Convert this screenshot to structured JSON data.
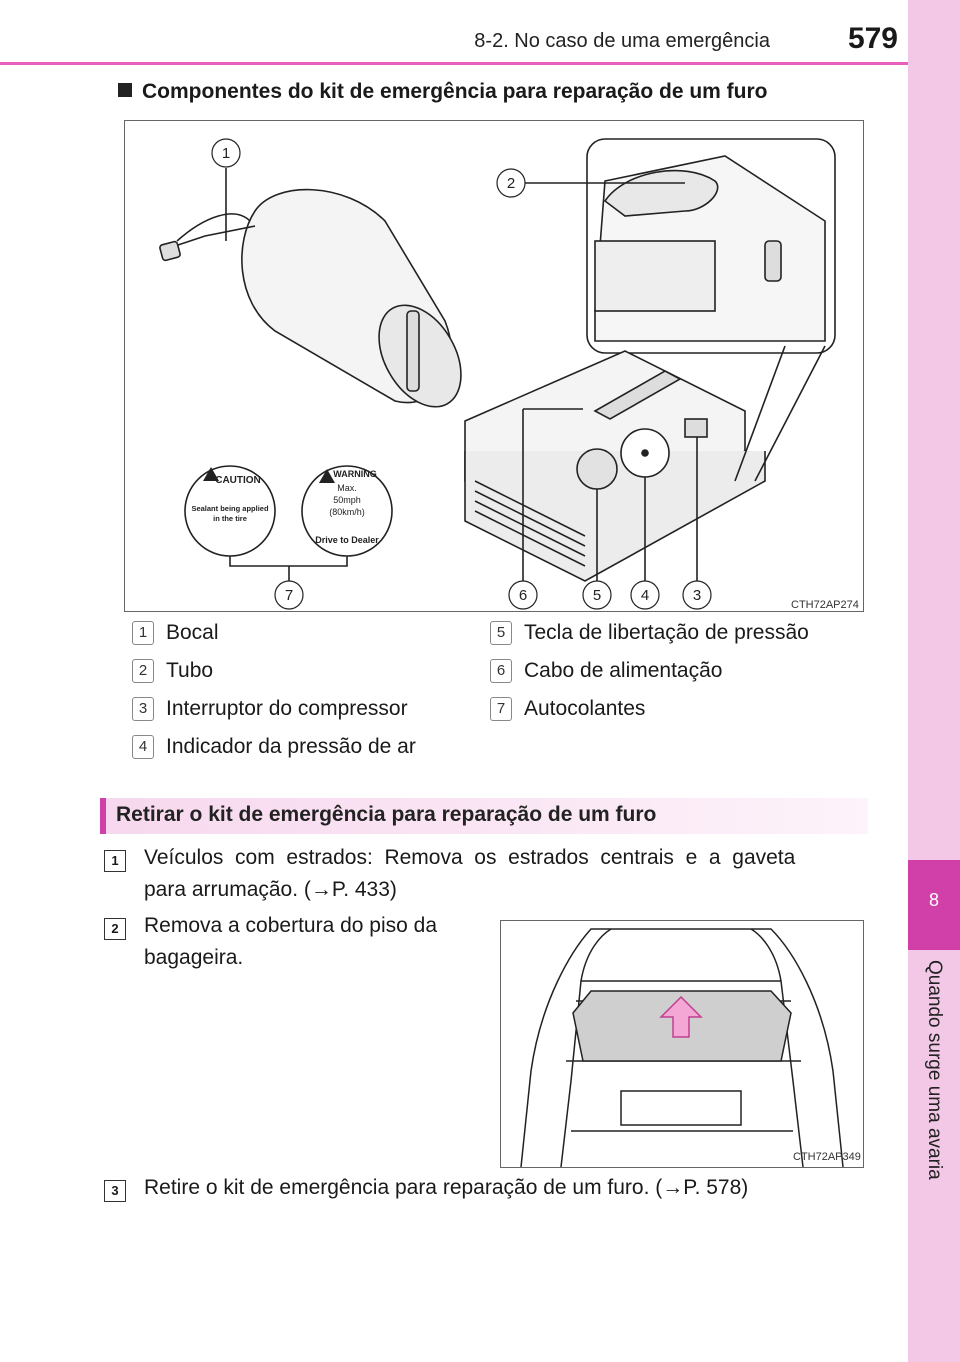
{
  "header": {
    "section": "8-2. No caso de uma emergência",
    "page_number": "579"
  },
  "side_tab": {
    "number": "8",
    "label": "Quando surge uma avaria"
  },
  "section": {
    "heading": "Componentes do kit de emergência para reparação de um furo"
  },
  "figure1": {
    "code": "CTH72AP274",
    "callouts": [
      "1",
      "2",
      "3",
      "4",
      "5",
      "6",
      "7"
    ],
    "caution_sticker": {
      "title": "CAUTION",
      "line1": "Sealant being applied",
      "line2": "in the tire"
    },
    "warning_sticker": {
      "title": "WARNING",
      "line1": "Max.",
      "line2": "50mph",
      "line3": "(80km/h)",
      "footer": "Drive to Dealer"
    }
  },
  "legend": [
    {
      "num": "1",
      "label": "Bocal"
    },
    {
      "num": "2",
      "label": "Tubo"
    },
    {
      "num": "3",
      "label": "Interruptor do compressor"
    },
    {
      "num": "4",
      "label": "Indicador da pressão de ar"
    },
    {
      "num": "5",
      "label": "Tecla de libertação de pressão"
    },
    {
      "num": "6",
      "label": "Cabo de alimentação"
    },
    {
      "num": "7",
      "label": "Autocolantes"
    }
  ],
  "banner": {
    "title": "Retirar o kit de emergência para reparação de um furo"
  },
  "steps": [
    {
      "num": "1",
      "line1": "Veículos  com  estrados:  Remova  os  estrados  centrais  e  a  gaveta",
      "line2": "para arrumação. (→P. 433)"
    },
    {
      "num": "2",
      "line1": "Remova a cobertura do piso da",
      "line2": "bagageira."
    },
    {
      "num": "3",
      "line1": "Retire o kit de emergência para reparação de um furo. (→P. 578)",
      "line2": ""
    }
  ],
  "figure2": {
    "code": "CTH72AP349"
  }
}
